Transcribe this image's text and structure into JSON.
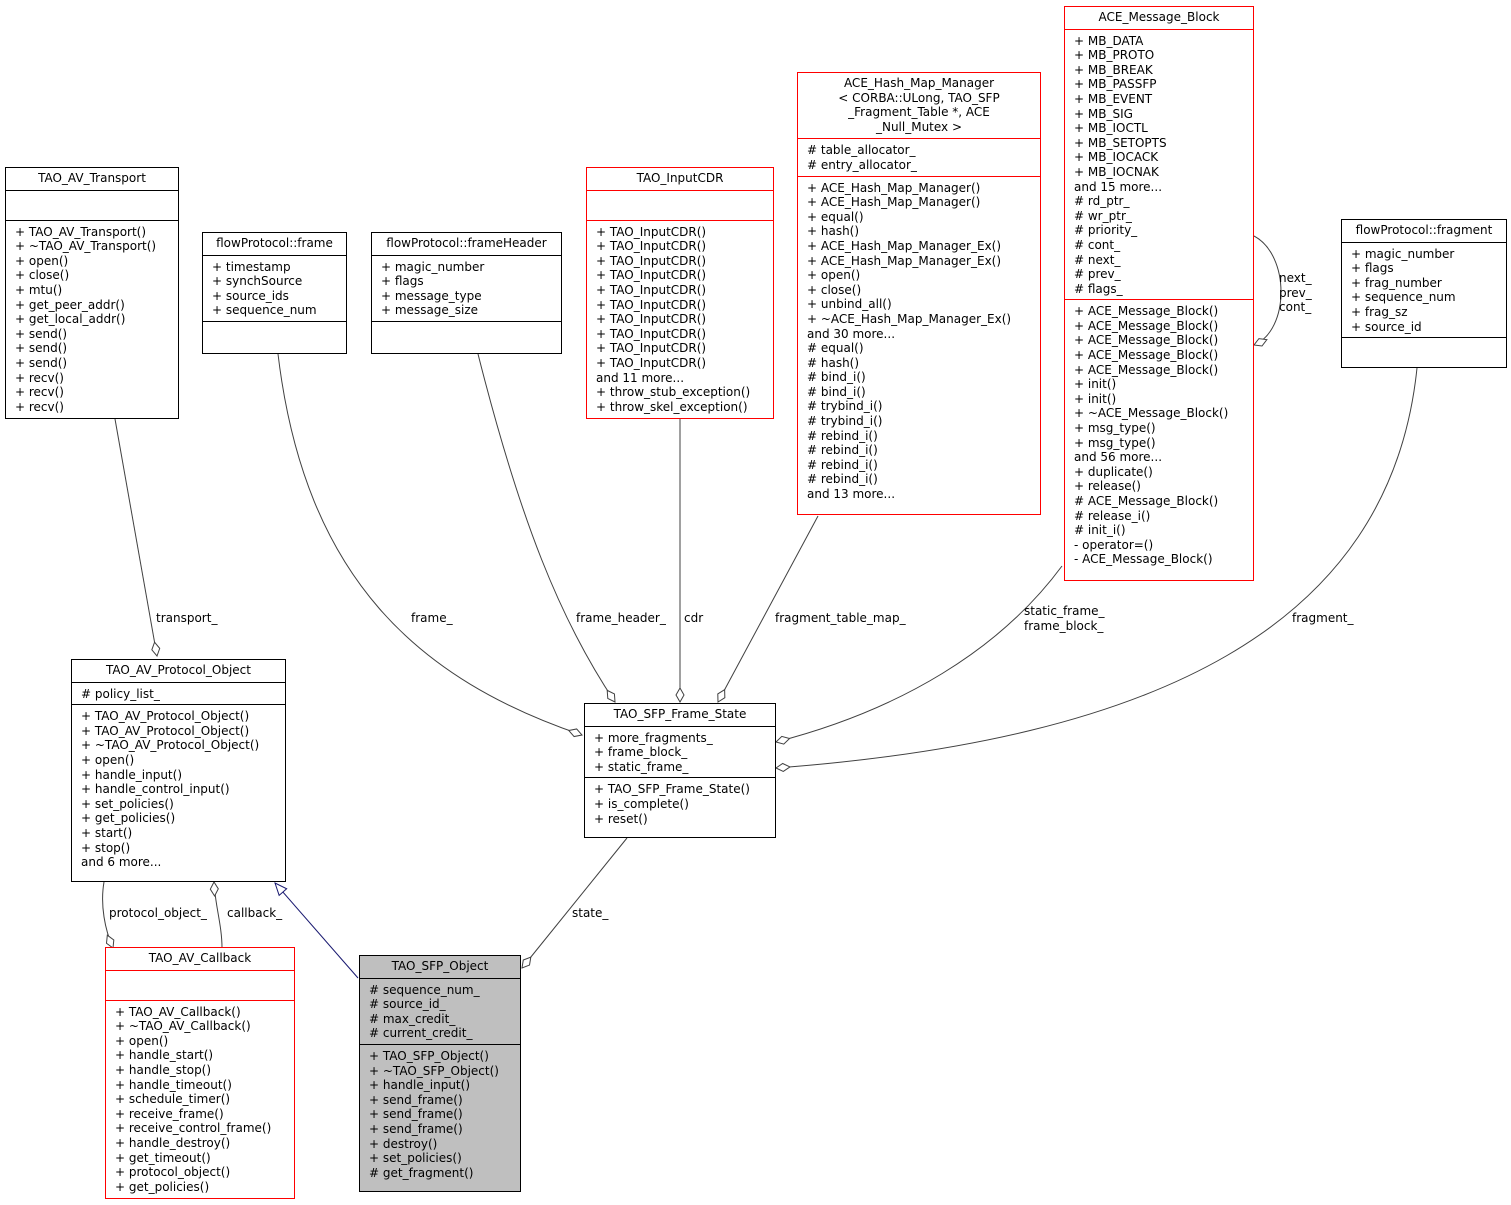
{
  "classes": {
    "tao_av_transport": {
      "title": "TAO_AV_Transport",
      "attributes": [],
      "methods": [
        "+ TAO_AV_Transport()",
        "+ ~TAO_AV_Transport()",
        "+ open()",
        "+ close()",
        "+ mtu()",
        "+ get_peer_addr()",
        "+ get_local_addr()",
        "+ send()",
        "+ send()",
        "+ send()",
        "+ recv()",
        "+ recv()",
        "+ recv()"
      ]
    },
    "flowprotocol_frame": {
      "title": "flowProtocol::frame",
      "attributes": [
        "+ timestamp",
        "+ synchSource",
        "+ source_ids",
        "+ sequence_num"
      ],
      "methods": []
    },
    "flowprotocol_frameheader": {
      "title": "flowProtocol::frameHeader",
      "attributes": [
        "+ magic_number",
        "+ flags",
        "+ message_type",
        "+ message_size"
      ],
      "methods": []
    },
    "tao_inputcdr": {
      "title": "TAO_InputCDR",
      "attributes": [],
      "methods": [
        "+ TAO_InputCDR()",
        "+ TAO_InputCDR()",
        "+ TAO_InputCDR()",
        "+ TAO_InputCDR()",
        "+ TAO_InputCDR()",
        "+ TAO_InputCDR()",
        "+ TAO_InputCDR()",
        "+ TAO_InputCDR()",
        "+ TAO_InputCDR()",
        "+ TAO_InputCDR()",
        "and 11 more...",
        "+ throw_stub_exception()",
        "+ throw_skel_exception()"
      ]
    },
    "ace_hash_map_manager": {
      "title": "ACE_Hash_Map_Manager\n< CORBA::ULong, TAO_SFP\n_Fragment_Table *, ACE\n_Null_Mutex >",
      "attributes": [
        "# table_allocator_",
        "# entry_allocator_"
      ],
      "methods": [
        "+ ACE_Hash_Map_Manager()",
        "+ ACE_Hash_Map_Manager()",
        "+ equal()",
        "+ hash()",
        "+ ACE_Hash_Map_Manager_Ex()",
        "+ ACE_Hash_Map_Manager_Ex()",
        "+ open()",
        "+ close()",
        "+ unbind_all()",
        "+ ~ACE_Hash_Map_Manager_Ex()",
        "and 30 more...",
        "# equal()",
        "# hash()",
        "# bind_i()",
        "# bind_i()",
        "# trybind_i()",
        "# trybind_i()",
        "# rebind_i()",
        "# rebind_i()",
        "# rebind_i()",
        "# rebind_i()",
        "and 13 more..."
      ]
    },
    "ace_message_block": {
      "title": "ACE_Message_Block",
      "attributes": [
        "+ MB_DATA",
        "+ MB_PROTO",
        "+ MB_BREAK",
        "+ MB_PASSFP",
        "+ MB_EVENT",
        "+ MB_SIG",
        "+ MB_IOCTL",
        "+ MB_SETOPTS",
        "+ MB_IOCACK",
        "+ MB_IOCNAK",
        "and 15 more...",
        "# rd_ptr_",
        "# wr_ptr_",
        "# priority_",
        "# cont_",
        "# next_",
        "# prev_",
        "# flags_"
      ],
      "methods": [
        "+ ACE_Message_Block()",
        "+ ACE_Message_Block()",
        "+ ACE_Message_Block()",
        "+ ACE_Message_Block()",
        "+ ACE_Message_Block()",
        "+ init()",
        "+ init()",
        "+ ~ACE_Message_Block()",
        "+ msg_type()",
        "+ msg_type()",
        "and 56 more...",
        "+ duplicate()",
        "+ release()",
        "# ACE_Message_Block()",
        "# release_i()",
        "# init_i()",
        "- operator=()",
        "- ACE_Message_Block()"
      ]
    },
    "flowprotocol_fragment": {
      "title": "flowProtocol::fragment",
      "attributes": [
        "+ magic_number",
        "+ flags",
        "+ frag_number",
        "+ sequence_num",
        "+ frag_sz",
        "+ source_id"
      ],
      "methods": []
    },
    "tao_av_protocol_object": {
      "title": "TAO_AV_Protocol_Object",
      "attributes": [
        "# policy_list_"
      ],
      "methods": [
        "+ TAO_AV_Protocol_Object()",
        "+ TAO_AV_Protocol_Object()",
        "+ ~TAO_AV_Protocol_Object()",
        "+ open()",
        "+ handle_input()",
        "+ handle_control_input()",
        "+ set_policies()",
        "+ get_policies()",
        "+ start()",
        "+ stop()",
        "and 6 more..."
      ]
    },
    "tao_sfp_frame_state": {
      "title": "TAO_SFP_Frame_State",
      "attributes": [
        "+ more_fragments_",
        "+ frame_block_",
        "+ static_frame_"
      ],
      "methods": [
        "+ TAO_SFP_Frame_State()",
        "+ is_complete()",
        "+ reset()"
      ]
    },
    "tao_av_callback": {
      "title": "TAO_AV_Callback",
      "attributes": [],
      "methods": [
        "+ TAO_AV_Callback()",
        "+ ~TAO_AV_Callback()",
        "+ open()",
        "+ handle_start()",
        "+ handle_stop()",
        "+ handle_timeout()",
        "+ schedule_timer()",
        "+ receive_frame()",
        "+ receive_control_frame()",
        "+ handle_destroy()",
        "+ get_timeout()",
        "+ protocol_object()",
        "+ get_policies()"
      ]
    },
    "tao_sfp_object": {
      "title": "TAO_SFP_Object",
      "attributes": [
        "# sequence_num_",
        "# source_id_",
        "# max_credit_",
        "# current_credit_"
      ],
      "methods": [
        "+ TAO_SFP_Object()",
        "+ ~TAO_SFP_Object()",
        "+ handle_input()",
        "+ send_frame()",
        "+ send_frame()",
        "+ send_frame()",
        "+ destroy()",
        "+ set_policies()",
        "# get_fragment()"
      ]
    }
  },
  "edge_labels": {
    "transport": "transport_",
    "frame": "frame_",
    "frame_header": "frame_header_",
    "cdr": "cdr",
    "fragment_table_map": "fragment_table_map_",
    "static_frame_block": "static_frame_\nframe_block_",
    "fragment": "fragment_",
    "next_prev_cont": "next_\nprev_\ncont_",
    "protocol_object": "protocol_object_",
    "callback": "callback_",
    "state": "state_"
  },
  "colors": {
    "highlight_border": "#ff0000",
    "focus_fill": "#bfbfbf",
    "inheritance_edge": "#191970",
    "association_edge": "#404040"
  }
}
